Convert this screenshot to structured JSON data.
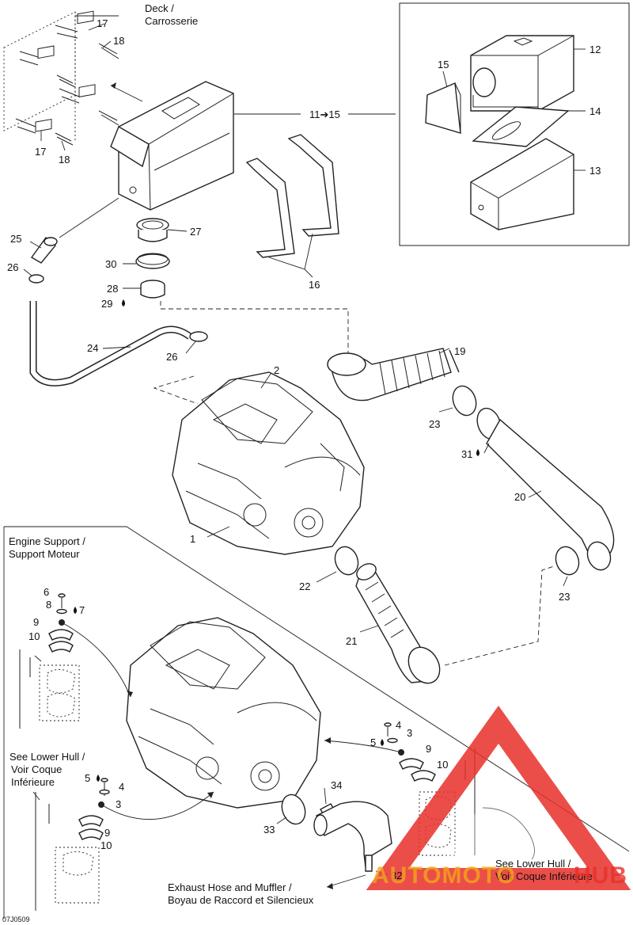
{
  "callouts": {
    "c1": "1",
    "c2": "2",
    "c3a": "3",
    "c3b": "3",
    "c4a": "4",
    "c4b": "4",
    "c5a": "5",
    "c5b": "5",
    "c6": "6",
    "c7": "7",
    "c8": "8",
    "c9a": "9",
    "c9b": "9",
    "c9c": "9",
    "c10a": "10",
    "c10b": "10",
    "c10c": "10",
    "c11_15": "11➔15",
    "c12": "12",
    "c13": "13",
    "c14": "14",
    "c15": "15",
    "c16": "16",
    "c17a": "17",
    "c17b": "17",
    "c18a": "18",
    "c18b": "18",
    "c19": "19",
    "c20": "20",
    "c21": "21",
    "c22": "22",
    "c23a": "23",
    "c23b": "23",
    "c24": "24",
    "c25": "25",
    "c26a": "26",
    "c26b": "26",
    "c27": "27",
    "c28": "28",
    "c29": "29",
    "c30": "30",
    "c31": "31",
    "c32": "32",
    "c33": "33",
    "c34": "34"
  },
  "captions": {
    "deck_line1": "Deck /",
    "deck_line2": "Carrosserie",
    "engine_support_line1": "Engine Support /",
    "engine_support_line2": "Support Moteur",
    "lower_hull_left_line1": "See Lower Hull /",
    "lower_hull_left_line2": "Voir Coque",
    "lower_hull_left_line3": "Inférieure",
    "lower_hull_right_line1": "See Lower Hull /",
    "lower_hull_right_line2": "Voir Coque Inférieure",
    "exhaust_line1": "Exhaust Hose and Muffler /",
    "exhaust_line2": "Boyau de Raccord et Silencieux"
  },
  "drawing_code": "07J0509",
  "watermark": {
    "text_left": "AUTOMOTO",
    "text_right": "HUB",
    "color": "#e8302a"
  }
}
